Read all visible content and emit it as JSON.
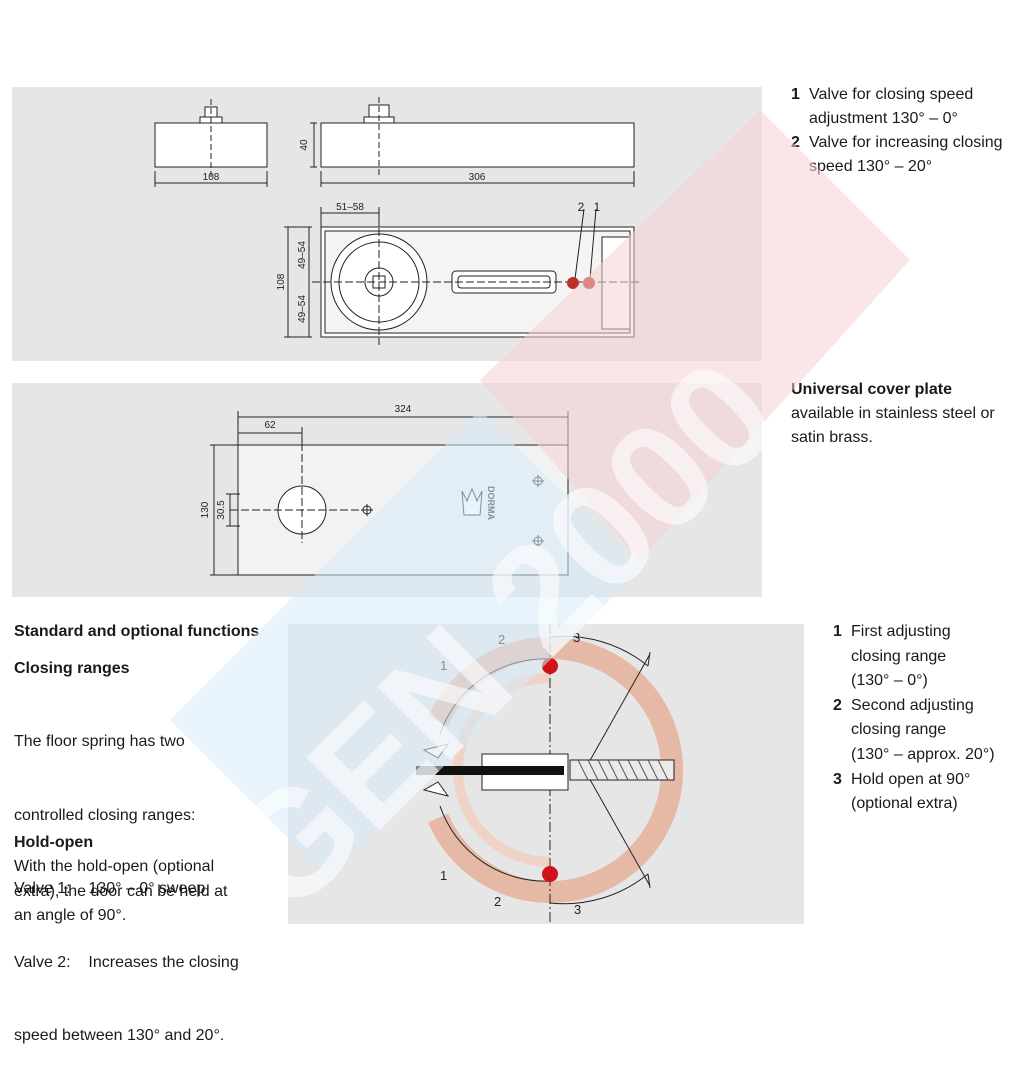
{
  "dimensions": {
    "top_width": "108",
    "top_length": "306",
    "top_height": "40",
    "plan_offset": "51–58",
    "plan_width": "108",
    "plan_half_upper": "49–54",
    "plan_half_lower": "49–54",
    "callout_1": "1",
    "callout_2": "2",
    "cover_length": "324",
    "cover_offset": "62",
    "cover_height": "130",
    "cover_axis": "30.5",
    "cover_logo": "DORMA"
  },
  "valves": {
    "items": [
      {
        "num": "1",
        "text": "Valve for closing speed adjustment 130° – 0°"
      },
      {
        "num": "2",
        "text": "Valve for increasing closing speed 130° – 20°"
      }
    ]
  },
  "cover_plate": {
    "title": "Universal cover plate",
    "text": "available in stainless steel or satin brass."
  },
  "functions": {
    "heading": "Standard and optional functions",
    "closing_title": "Closing ranges",
    "closing_lines": [
      "The floor spring has two",
      "controlled closing ranges:",
      "Valve 1:    130° – 0° sweep",
      "Valve 2:    Increases the closing",
      "speed between 130° and 20°."
    ],
    "hold_title": "Hold-open",
    "hold_lines": [
      "With the hold-open (optional",
      "extra), the door can be held at",
      "an angle of 90°."
    ]
  },
  "diagram_labels": {
    "label_1": "1",
    "label_2": "2",
    "label_3": "3"
  },
  "ranges": {
    "items": [
      {
        "num": "1",
        "lines": [
          "First adjusting",
          "closing range",
          "(130° – 0°)"
        ]
      },
      {
        "num": "2",
        "lines": [
          "Second adjusting",
          "closing range",
          "(130° – approx. 20°)"
        ]
      },
      {
        "num": "3",
        "lines": [
          "Hold open at 90°",
          "(optional extra)"
        ]
      }
    ]
  },
  "watermark": {
    "text": "GEN 2000"
  },
  "colors": {
    "panel": "#e6e6e6",
    "red_dot": "#d0121b",
    "arc_fill": "#e8c3b4",
    "watermark_red": "#f3c9c9",
    "watermark_blue": "#cfe6f5"
  }
}
